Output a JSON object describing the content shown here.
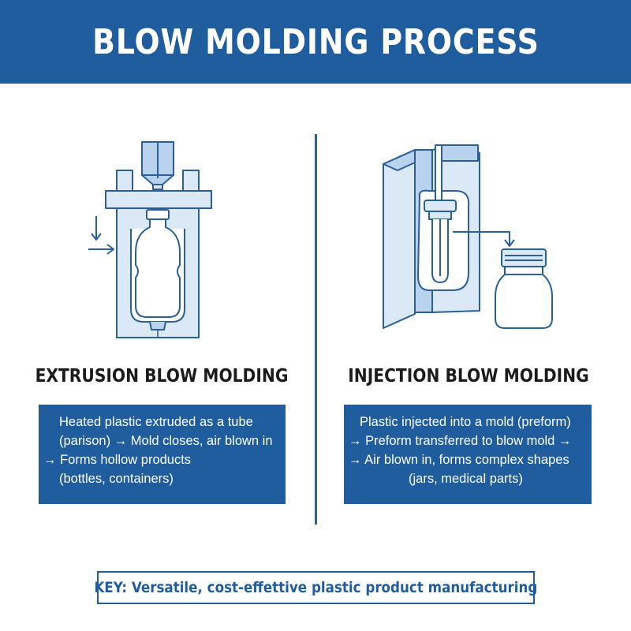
{
  "header": {
    "title": "BLOW MOLDING PROCESS"
  },
  "sections": [
    {
      "id": "extrusion",
      "title": "EXTRUSION BLOW MOLDING",
      "lines": [
        "Heated plastic extruded as a tube",
        "(parison) →  Mold closes, air blown in",
        "→  Forms hollow products",
        "(bottles, containers)"
      ]
    },
    {
      "id": "injection",
      "title": "INJECTION BLOW MOLDING",
      "lines": [
        "Plastic injected into a mold (preform)",
        "→  Preform transferred to blow mold  →",
        "→  Air blown in, forms complex shapes",
        "(jars, medical parts)"
      ]
    }
  ],
  "key": {
    "text": "KEY: Versatile, cost-effettive plastic product manufacturing"
  },
  "colors": {
    "banner": "#1f5d9e",
    "line": "#2a5f97",
    "fill_light": "#dbe9f7",
    "fill_mid": "#b9d3ee",
    "text_dark": "#1b1b1b"
  },
  "icons": {
    "extrusion": [
      "extruder-nozzle-icon",
      "mold-icon",
      "bottle-icon",
      "arrow-down-icon",
      "arrow-right-icon"
    ],
    "injection": [
      "mold-half-icon",
      "core-rod-icon",
      "preform-icon",
      "jar-icon",
      "transfer-arrow-icon"
    ]
  }
}
